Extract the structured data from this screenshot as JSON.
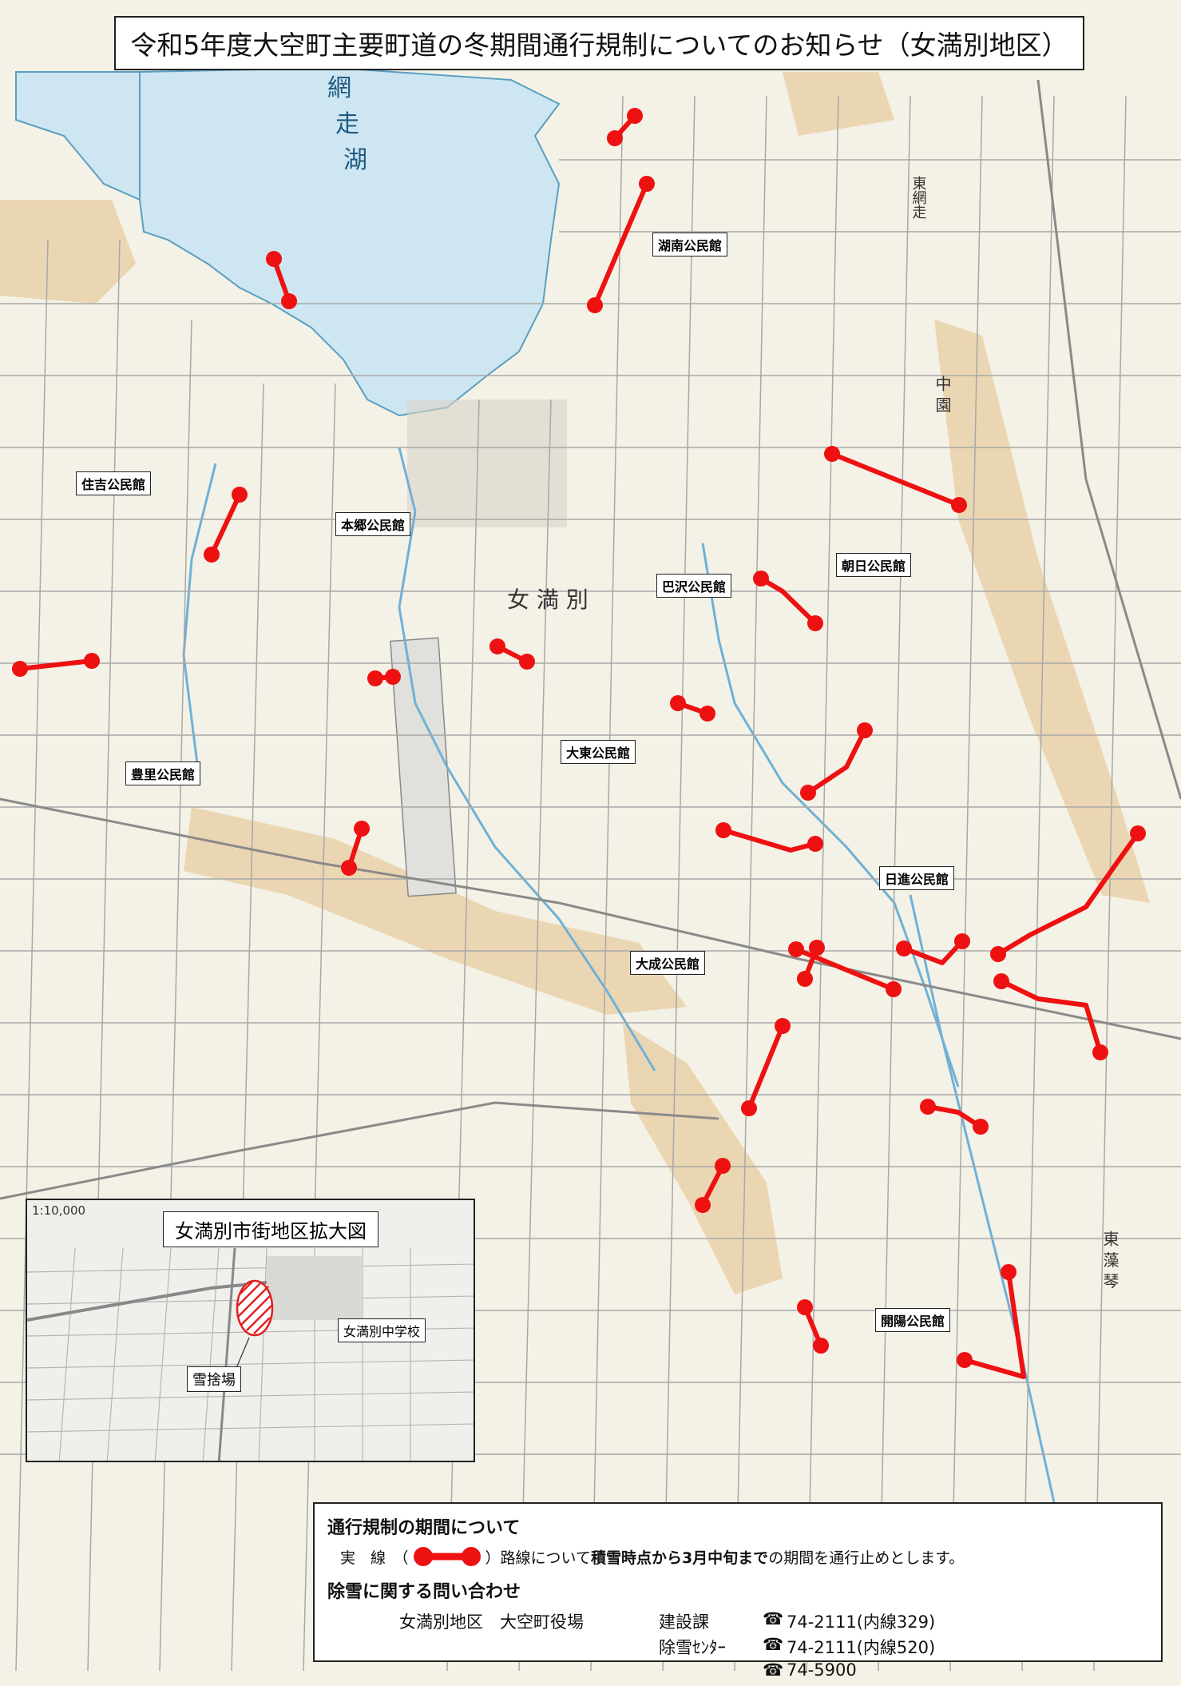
{
  "title": "令和5年度大空町主要町道の冬期間通行規制についてのお知らせ（女満別地区）",
  "colors": {
    "route": "#ee1111",
    "lake": "#cde6f2",
    "land": "#f4f1e6",
    "sand": "#e8cfa6",
    "road": "#a8a8a8"
  },
  "map_text": {
    "lake_name": [
      "網",
      "走",
      "湖"
    ],
    "area_name": "女 満 別",
    "tosho": "東網走",
    "nakazono": "中 園",
    "higashimokoto": "東 藻 琴"
  },
  "labels": [
    "湖南公民館",
    "住吉公民館",
    "本郷公民館",
    "巴沢公民館",
    "朝日公民館",
    "豊里公民館",
    "大東公民館",
    "日進公民館",
    "大成公民館",
    "開陽公民館"
  ],
  "inset": {
    "title": "女満別市街地区拡大図",
    "scale": "1:10,000",
    "school": "女満別中学校",
    "snow_dump": "雪捨場"
  },
  "info": {
    "heading_period": "通行規制の期間について",
    "solid_line": "実　線　（",
    "desc_pre": "）路線について",
    "desc_bold": "積雪時点から3月中旬まで",
    "desc_post": "の期間を通行止めとします。",
    "heading_contact": "除雪に関する問い合わせ",
    "district": "女満別地区　大空町役場",
    "dept1": "建設課",
    "dept2": "除雪ｾﾝﾀｰ",
    "tel_icon": "☎",
    "tel1": "74-2111(内線329)",
    "tel2": "74-2111(内線520)",
    "tel3": "74-5900"
  }
}
